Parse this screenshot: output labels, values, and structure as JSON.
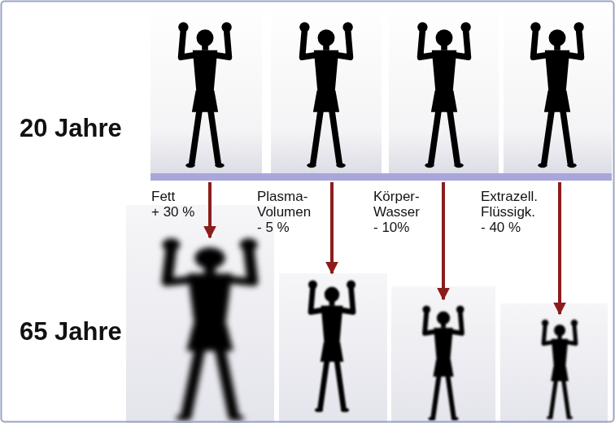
{
  "diagram": {
    "labels": [
      "20 Jahre",
      "65 Jahre",
      "Fett + 30 %",
      "Plasma- Volumen - 5 %",
      "Körper- Wasser - 10%",
      "Extrazell. Flüssigk. - 40 %"
    ]
  }
}
